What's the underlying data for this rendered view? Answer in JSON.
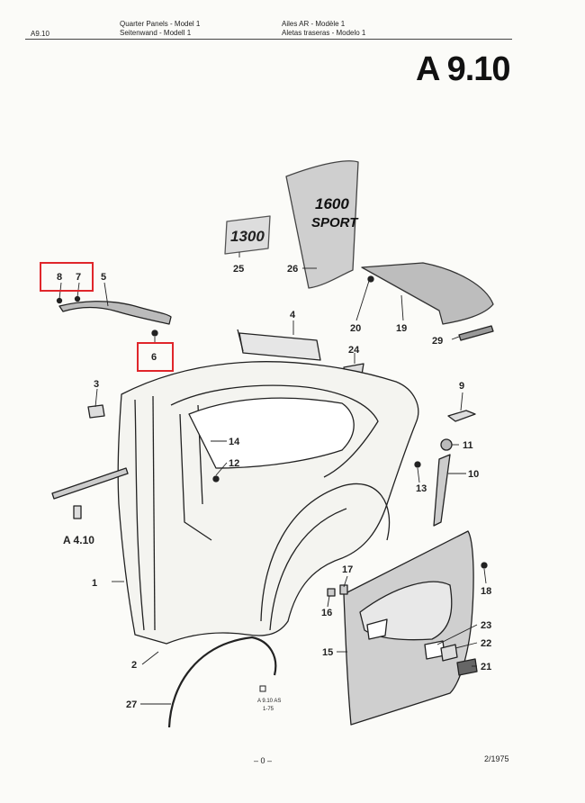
{
  "header": {
    "code": "A9.10",
    "en_de": [
      "Quarter Panels - Model 1",
      "Seitenwand - Modell 1"
    ],
    "fr_es": [
      "Ailes AR - Modèle 1",
      "Aletas traseras - Modelo 1"
    ],
    "section": "A 9.10"
  },
  "decals": {
    "d1300": "1300",
    "d1600": "1600",
    "sport": "SPORT"
  },
  "callouts": [
    "1",
    "2",
    "3",
    "4",
    "5",
    "6",
    "7",
    "8",
    "9",
    "10",
    "11",
    "12",
    "13",
    "14",
    "15",
    "16",
    "17",
    "18",
    "19",
    "20",
    "21",
    "22",
    "23",
    "24",
    "25",
    "26",
    "27",
    "29"
  ],
  "ref_a410": "A 4.10",
  "ref_stamp": [
    "A 9.10 AS",
    "1-75"
  ],
  "footer": {
    "page": "– 0 –",
    "date": "2/1975"
  },
  "highlight_color": "#e0262b"
}
